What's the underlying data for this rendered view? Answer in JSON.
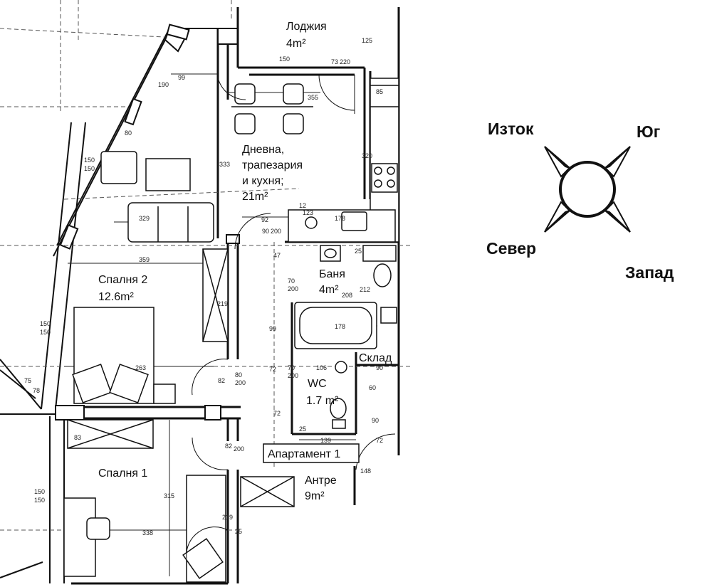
{
  "rooms": {
    "loggia": {
      "name": "Лоджия",
      "area": "4m²"
    },
    "living": {
      "name_line1": "Дневна,",
      "name_line2": "трапезария",
      "name_line3": "и кухня;",
      "area": "21m²"
    },
    "bedroom2": {
      "name": "Спалня 2",
      "area": "12.6m²"
    },
    "bedroom1": {
      "name": "Спалня 1"
    },
    "bathroom": {
      "name": "Баня",
      "area": "4m²"
    },
    "storage": {
      "name": "Склад"
    },
    "wc": {
      "name": "WC",
      "area": "1.7 m²"
    },
    "hall": {
      "name": "Антре",
      "area": "9m²"
    },
    "apartment_tag": "Апартамент 1"
  },
  "dimensions": {
    "d1": "150",
    "d2": "220",
    "d3": "73",
    "d4": "99",
    "d5": "190",
    "d6": "80",
    "d7": "150",
    "d8": "150",
    "d9": "333",
    "d10": "355",
    "d11": "320",
    "d12": "85",
    "d13": "329",
    "d14": "92",
    "d15": "90",
    "d16": "200",
    "d17": "178",
    "d18": "12",
    "d19": "123",
    "d20": "359",
    "d21": "208",
    "d22": "212",
    "d23": "70",
    "d24": "200",
    "d25": "178",
    "d26": "263",
    "d27": "219",
    "d28": "80",
    "d29": "200",
    "d30": "106",
    "d31": "72",
    "d32": "99",
    "d33": "70",
    "d34": "200",
    "d35": "139",
    "d36": "72",
    "d37": "315",
    "d38": "338",
    "d39": "82",
    "d40": "83",
    "d41": "150",
    "d42": "150",
    "d43": "219",
    "d44": "78",
    "d45": "75",
    "d46": "150",
    "d47": "150",
    "d48": "148",
    "d49": "25",
    "d50": "25",
    "d51": "82",
    "d52": "200",
    "d53": "90",
    "d54": "60",
    "d55": "125",
    "d56": "47",
    "d57": "72",
    "d58": "25",
    "d59": "90"
  },
  "compass": {
    "east": "Изток",
    "south": "Юг",
    "north": "Север",
    "west": "Запад"
  }
}
